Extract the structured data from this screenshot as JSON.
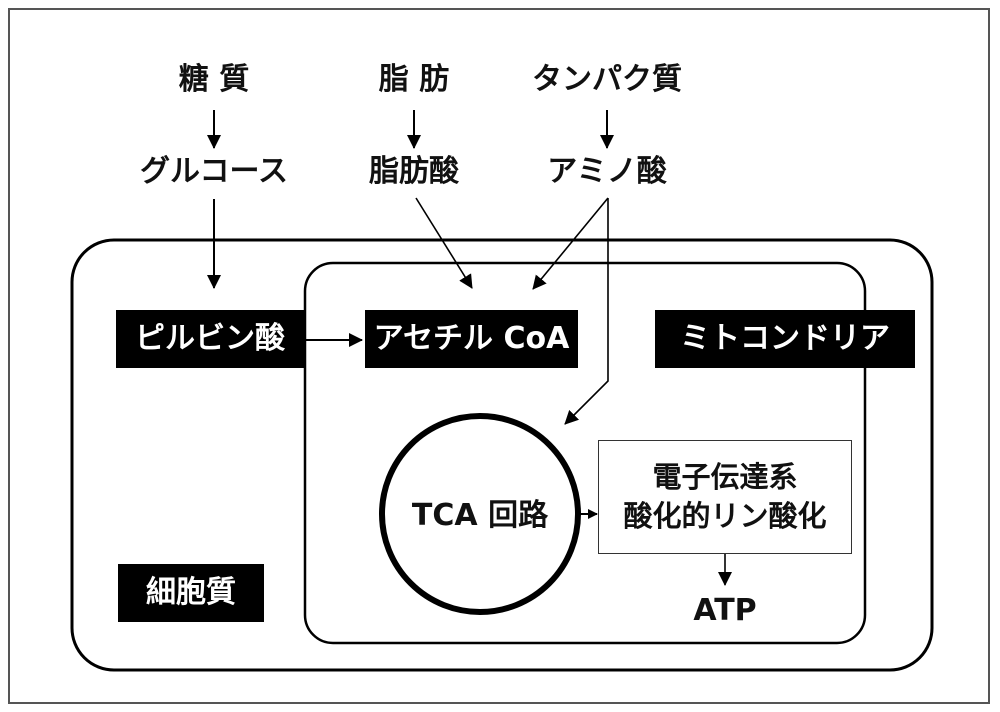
{
  "diagram": {
    "title": "Energy metabolism pathway",
    "sources": [
      {
        "id": "carbohydrate",
        "label": "糖 質"
      },
      {
        "id": "lipid",
        "label": "脂 肪"
      },
      {
        "id": "protein",
        "label": "タンパク質"
      }
    ],
    "intermediates": [
      {
        "id": "glucose",
        "label": "グルコース"
      },
      {
        "id": "fatty-acid",
        "label": "脂肪酸"
      },
      {
        "id": "amino-acid",
        "label": "アミノ酸"
      }
    ],
    "nodes": {
      "pyruvate": "ピルビン酸",
      "acetyl_coa": "アセチル CoA",
      "tca_cycle": "TCA 回路",
      "etc_line1": "電子伝達系",
      "etc_line2": "酸化的リン酸化",
      "atp": "ATP"
    },
    "compartments": {
      "mitochondria": "ミトコンドリア",
      "cytoplasm": "細胞質"
    },
    "edges": [
      {
        "from": "糖質",
        "to": "グルコース"
      },
      {
        "from": "脂肪",
        "to": "脂肪酸"
      },
      {
        "from": "タンパク質",
        "to": "アミノ酸"
      },
      {
        "from": "グルコース",
        "to": "ピルビン酸"
      },
      {
        "from": "脂肪酸",
        "to": "アセチル CoA"
      },
      {
        "from": "アミノ酸",
        "to": "アセチル CoA"
      },
      {
        "from": "アミノ酸",
        "to": "TCA 回路"
      },
      {
        "from": "ピルビン酸",
        "to": "アセチル CoA"
      },
      {
        "from": "TCA 回路",
        "to": "電子伝達系 酸化的リン酸化"
      },
      {
        "from": "電子伝達系 酸化的リン酸化",
        "to": "ATP"
      }
    ]
  }
}
